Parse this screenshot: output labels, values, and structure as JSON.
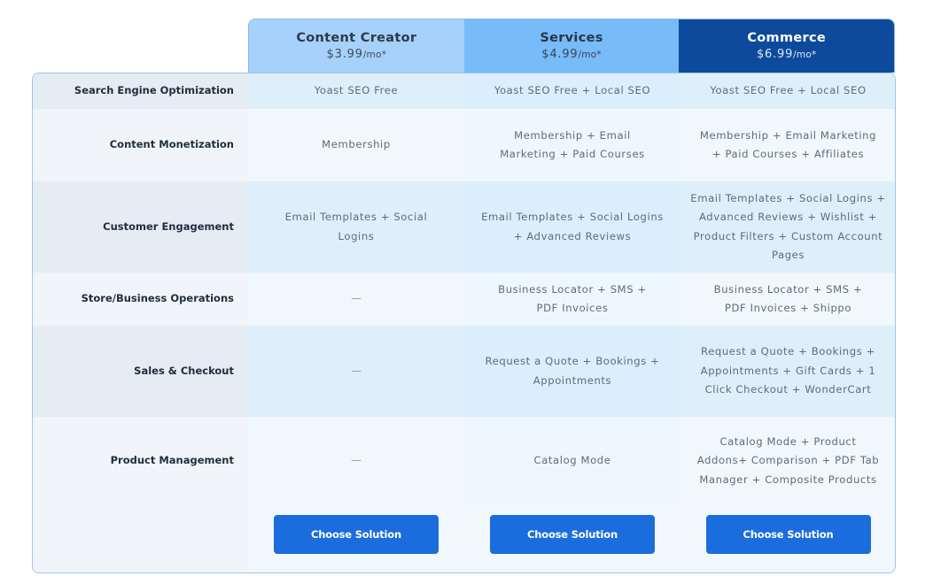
{
  "plans": [
    {
      "name": "Content Creator",
      "price": "$3.99",
      "per": "/mo*"
    },
    {
      "name": "Services",
      "price": "$4.99",
      "per": "/mo*"
    },
    {
      "name": "Commerce",
      "price": "$6.99",
      "per": "/mo*"
    }
  ],
  "features": [
    {
      "label": "Search Engine Optimization",
      "values": [
        "Yoast SEO Free",
        "Yoast SEO Free + Local SEO",
        "Yoast SEO Free + Local SEO"
      ]
    },
    {
      "label": "Content Monetization",
      "values": [
        "Membership",
        "Membership + Email Marketing + Paid Courses",
        "Membership + Email Marketing + Paid Courses + Affiliates"
      ]
    },
    {
      "label": "Customer Engagement",
      "values": [
        "Email Templates + Social Logins",
        "Email Templates + Social Logins + Advanced Reviews",
        "Email Templates + Social Logins + Advanced Reviews + Wishlist + Product Filters + Custom Account Pages"
      ]
    },
    {
      "label": "Store/Business Operations",
      "values": [
        "—",
        "Business Locator + SMS + PDF Invoices",
        "Business Locator + SMS + PDF Invoices + Shippo"
      ]
    },
    {
      "label": "Sales & Checkout",
      "values": [
        "—",
        "Request a Quote + Bookings + Appointments",
        "Request a Quote + Bookings + Appointments + Gift Cards + 1 Click Checkout + WonderCart"
      ]
    },
    {
      "label": "Product Management",
      "values": [
        "—",
        "Catalog Mode",
        "Catalog Mode + Product Addons+ Comparison + PDF Tab Manager + Composite Products"
      ]
    }
  ],
  "actions": {
    "choose_label": "Choose Solution"
  },
  "colors": {
    "content_creator_header": "#a6d1fb",
    "services_header": "#77bbf9",
    "commerce_header": "#0e4a9c",
    "button": "#1b6ddd",
    "border": "#9ec4ee"
  }
}
